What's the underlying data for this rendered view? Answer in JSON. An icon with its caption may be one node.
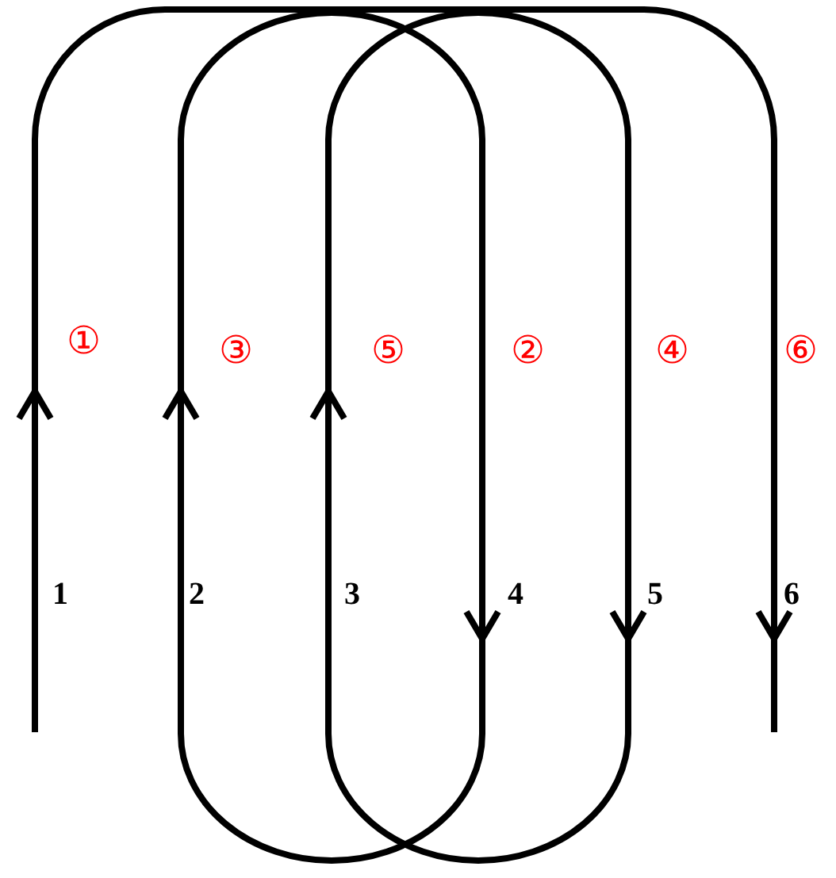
{
  "diagram": {
    "labels": [
      "①",
      "③",
      "⑤",
      "②",
      "④",
      "⑥",
      "1",
      "2",
      "3",
      "4",
      "5",
      "6"
    ]
  }
}
